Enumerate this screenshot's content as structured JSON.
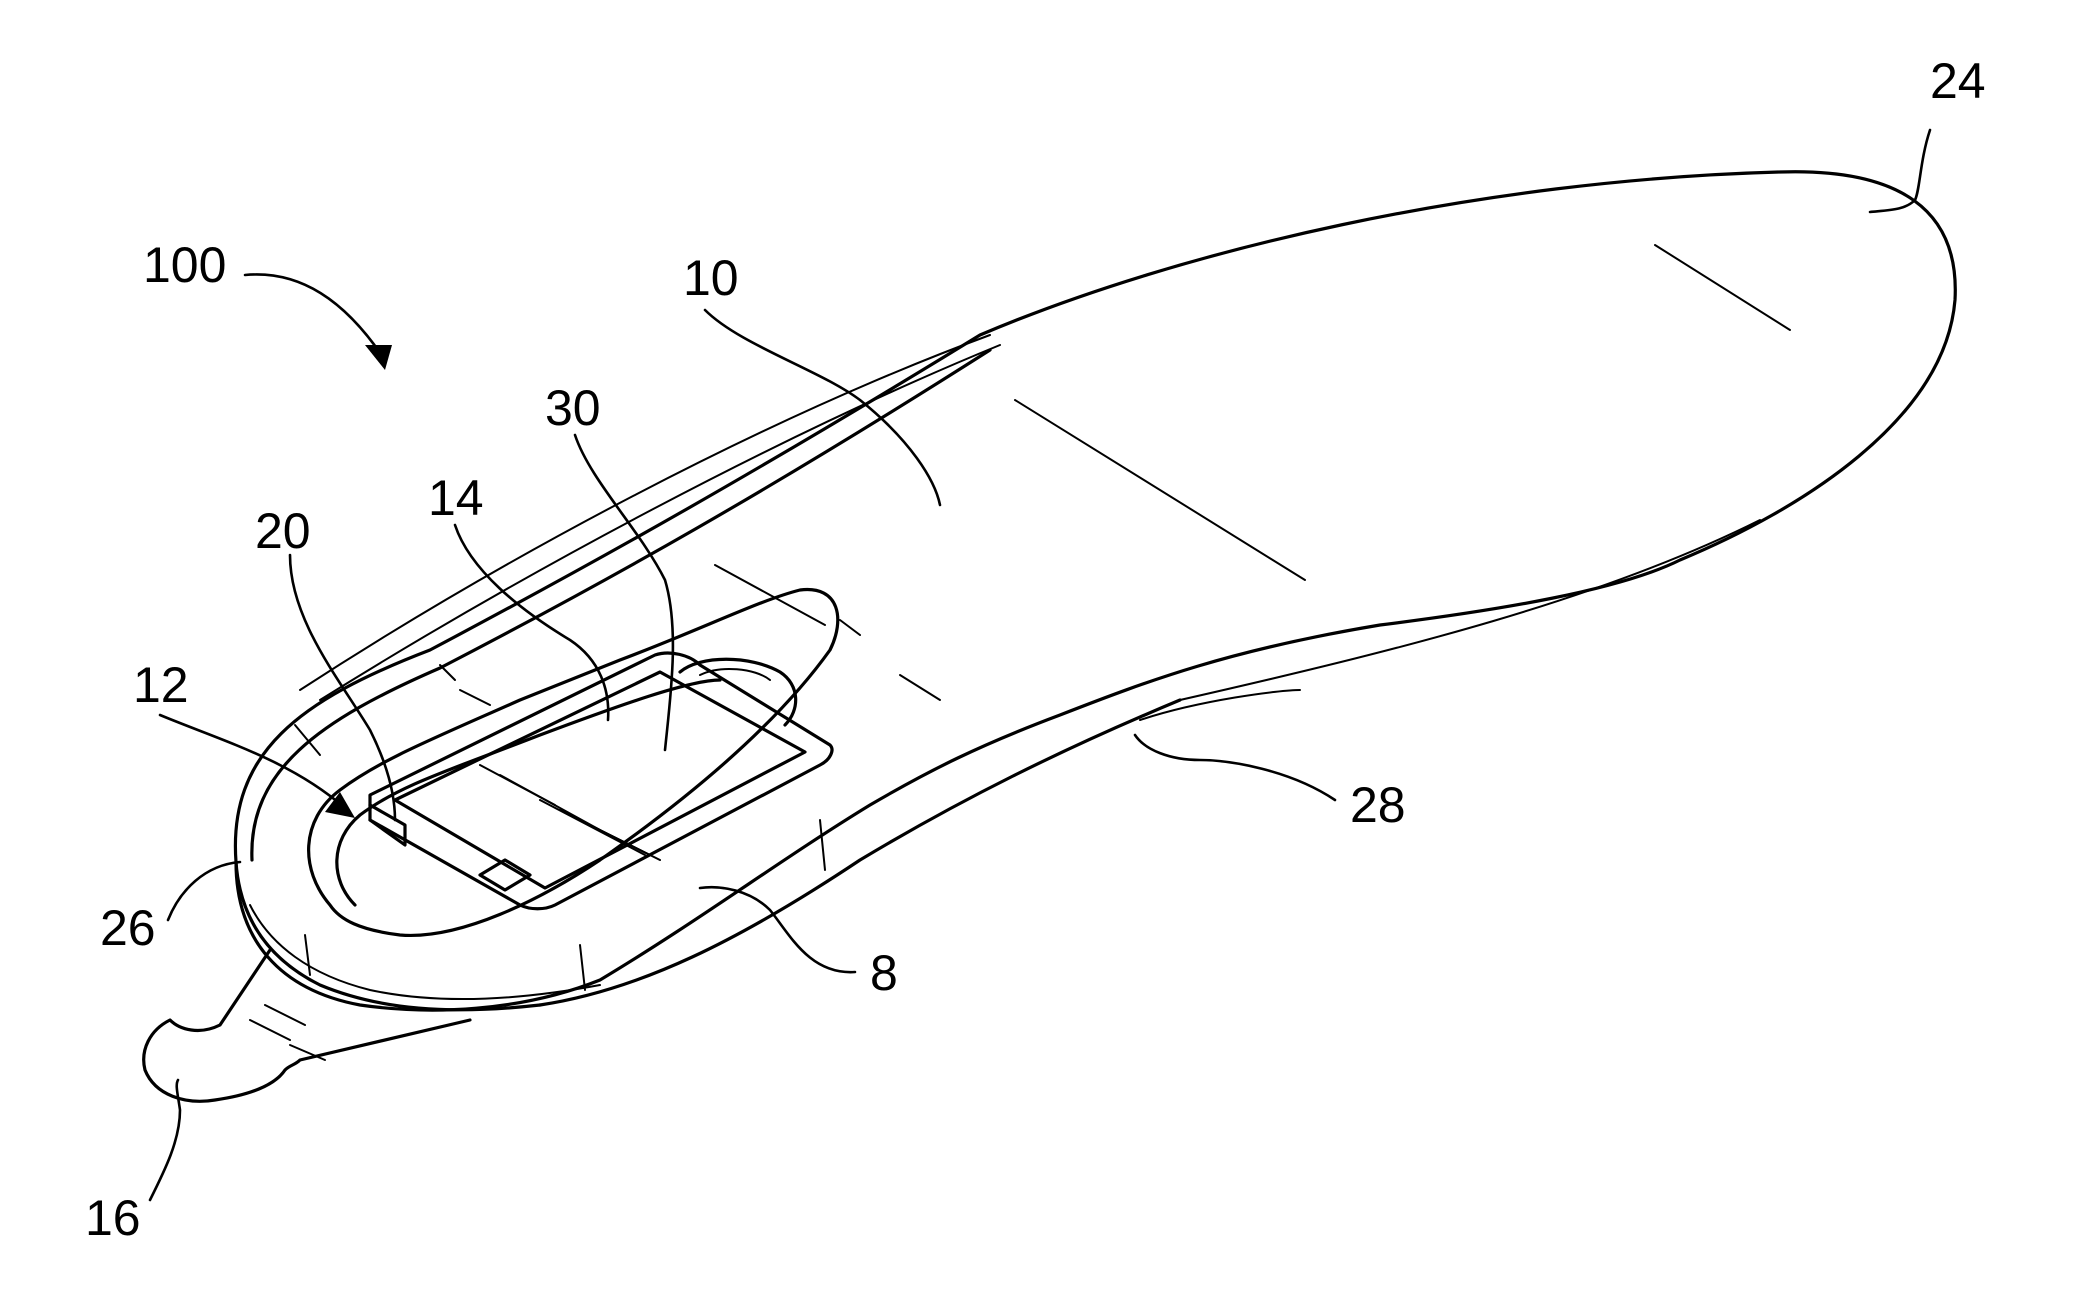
{
  "figure": {
    "background": "#ffffff",
    "ink_color": "#000000",
    "labels": {
      "assembly": "100",
      "insole_body": "10",
      "sidewall": "8",
      "heel_cup": "12",
      "cutout_pocket": "14",
      "connector_tab": "16",
      "battery_module": "20",
      "toe_end": "24",
      "heel_edge": "26",
      "arch_edge": "28",
      "cover": "30"
    }
  }
}
